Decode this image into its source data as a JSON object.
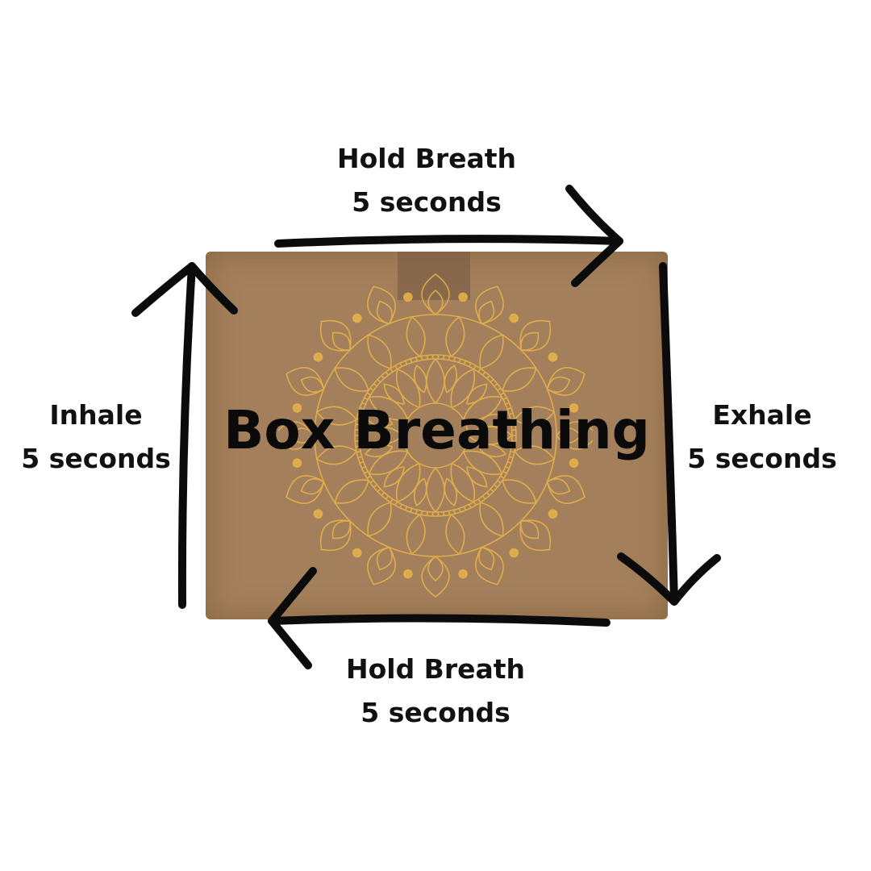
{
  "title": "Box Breathing",
  "steps": {
    "top": {
      "line1": "Hold Breath",
      "line2": "5 seconds"
    },
    "right": {
      "line1": "Exhale",
      "line2": "5 seconds"
    },
    "bottom": {
      "line1": "Hold Breath",
      "line2": "5 seconds"
    },
    "left": {
      "line1": "Inhale",
      "line2": "5 seconds"
    }
  },
  "colors": {
    "box": "#a47f5b",
    "mandala": "#e9b649",
    "arrow": "#0b0b0b"
  }
}
